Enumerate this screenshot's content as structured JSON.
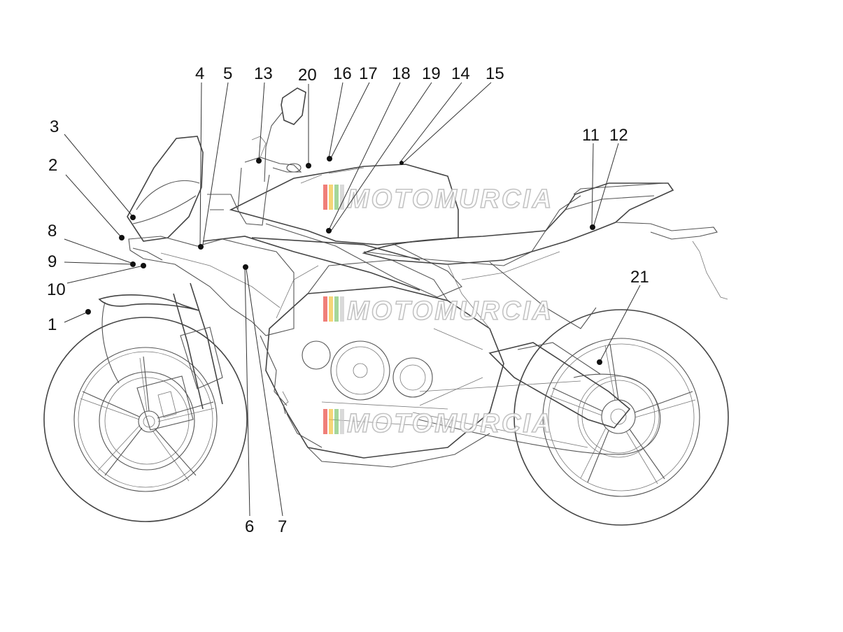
{
  "watermark": {
    "text": "MOTOMURCIA",
    "stripe_colors": [
      "#e8443b",
      "#f3c23a",
      "#7cc36a",
      "#c8c8c8"
    ]
  },
  "callouts": [
    {
      "id": "1",
      "label": "1"
    },
    {
      "id": "2",
      "label": "2"
    },
    {
      "id": "3",
      "label": "3"
    },
    {
      "id": "4",
      "label": "4"
    },
    {
      "id": "5",
      "label": "5"
    },
    {
      "id": "6",
      "label": "6"
    },
    {
      "id": "7",
      "label": "7"
    },
    {
      "id": "8",
      "label": "8"
    },
    {
      "id": "9",
      "label": "9"
    },
    {
      "id": "10",
      "label": "10"
    },
    {
      "id": "11",
      "label": "11"
    },
    {
      "id": "12",
      "label": "12"
    },
    {
      "id": "13",
      "label": "13"
    },
    {
      "id": "14",
      "label": "14"
    },
    {
      "id": "15",
      "label": "15"
    },
    {
      "id": "16",
      "label": "16"
    },
    {
      "id": "17",
      "label": "17"
    },
    {
      "id": "18",
      "label": "18"
    },
    {
      "id": "19",
      "label": "19"
    },
    {
      "id": "20",
      "label": "20"
    },
    {
      "id": "21",
      "label": "21"
    }
  ]
}
